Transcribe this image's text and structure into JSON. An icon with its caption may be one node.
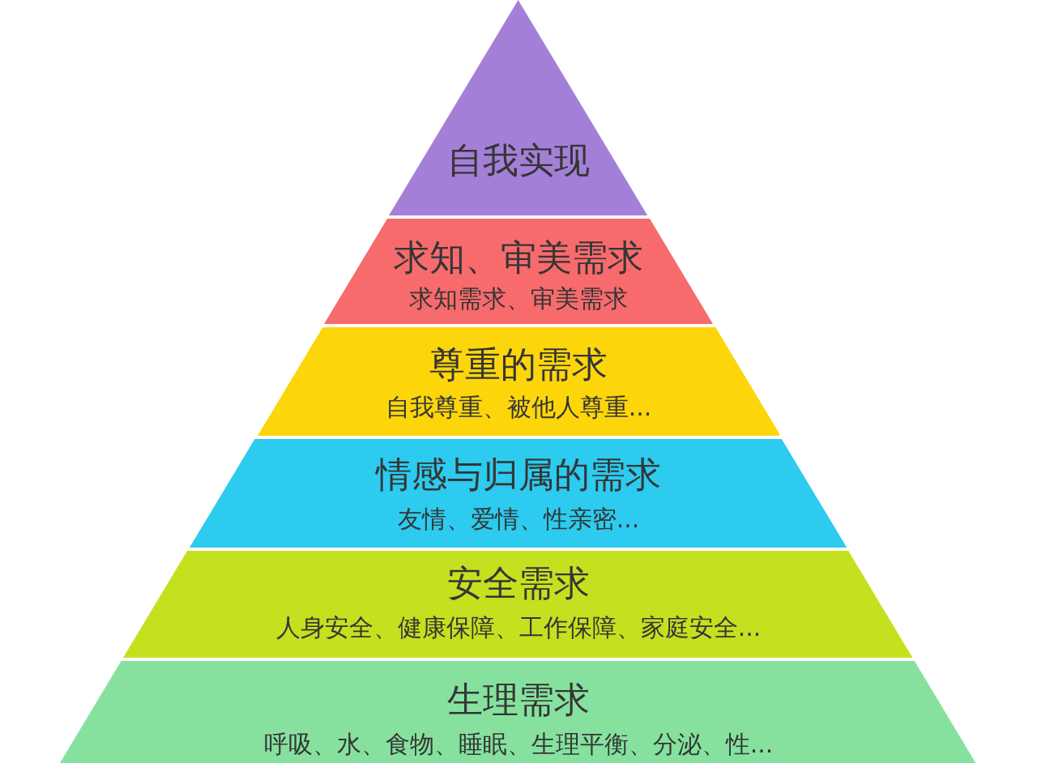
{
  "diagram": {
    "nodes": [
      {
        "text": [
          "自我实现"
        ]
      },
      {
        "text": [
          "求知、审美需求",
          "求知需求、审美需求"
        ]
      },
      {
        "text": [
          "尊重的需求",
          "自我尊重、被他人尊重..."
        ]
      },
      {
        "text": [
          "情感与归属的需求",
          "友情、爱情、性亲密..."
        ]
      },
      {
        "text": [
          "安全需求",
          "人身安全、健康保障、工作保障、家庭安全..."
        ]
      },
      {
        "text": [
          "生理需求",
          "呼吸、水、食物、睡眠、生理平衡、分泌、性..."
        ]
      }
    ]
  }
}
